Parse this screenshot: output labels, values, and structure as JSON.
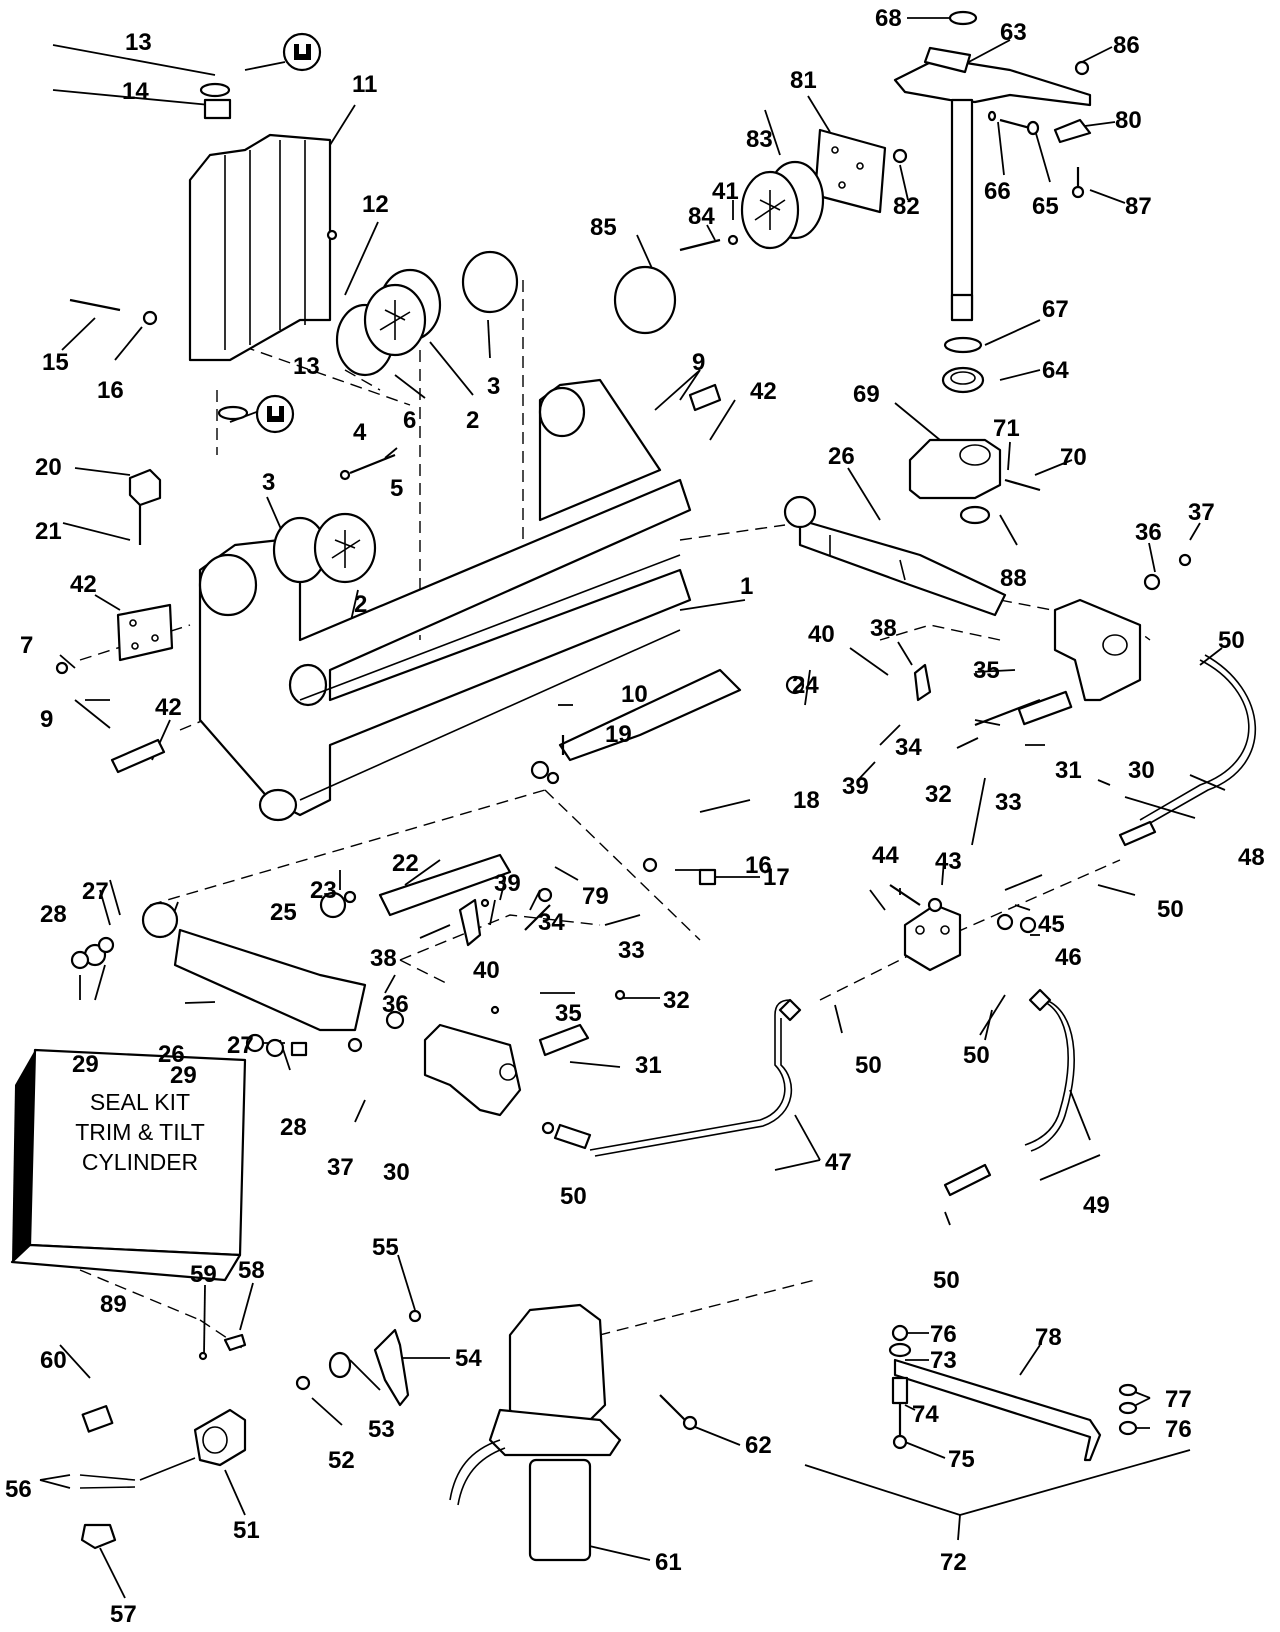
{
  "diagram": {
    "type": "exploded-parts-diagram",
    "subject": "Stern bracket, swivel bracket, steering arm, trim & tilt cylinders and hydraulic lines",
    "seal_kit": {
      "label_lines": [
        "SEAL KIT",
        "TRIM & TILT",
        "CYLINDER"
      ],
      "callout": "89"
    },
    "symbols": [
      {
        "name": "sealant-symbol",
        "near_callout": "13"
      },
      {
        "name": "sealant-symbol",
        "near_callout": "13"
      }
    ],
    "callouts": [
      {
        "id": "c68",
        "text": "68"
      },
      {
        "id": "c63",
        "text": "63"
      },
      {
        "id": "c86",
        "text": "86"
      },
      {
        "id": "c81",
        "text": "81"
      },
      {
        "id": "c80",
        "text": "80"
      },
      {
        "id": "c83",
        "text": "83"
      },
      {
        "id": "c41",
        "text": "41"
      },
      {
        "id": "c82",
        "text": "82"
      },
      {
        "id": "c66",
        "text": "66"
      },
      {
        "id": "c65",
        "text": "65"
      },
      {
        "id": "c87",
        "text": "87"
      },
      {
        "id": "c85",
        "text": "85"
      },
      {
        "id": "c84",
        "text": "84"
      },
      {
        "id": "c67",
        "text": "67"
      },
      {
        "id": "c64",
        "text": "64"
      },
      {
        "id": "c13a",
        "text": "13"
      },
      {
        "id": "c14",
        "text": "14"
      },
      {
        "id": "c11",
        "text": "11"
      },
      {
        "id": "c12",
        "text": "12"
      },
      {
        "id": "c15",
        "text": "15"
      },
      {
        "id": "c16a",
        "text": "16"
      },
      {
        "id": "c13b",
        "text": "13"
      },
      {
        "id": "c3a",
        "text": "3"
      },
      {
        "id": "c2a",
        "text": "2"
      },
      {
        "id": "c6",
        "text": "6"
      },
      {
        "id": "c9a",
        "text": "9"
      },
      {
        "id": "c42a",
        "text": "42"
      },
      {
        "id": "c69",
        "text": "69"
      },
      {
        "id": "c71",
        "text": "71"
      },
      {
        "id": "c70",
        "text": "70"
      },
      {
        "id": "c4",
        "text": "4"
      },
      {
        "id": "c5",
        "text": "5"
      },
      {
        "id": "c20",
        "text": "20"
      },
      {
        "id": "c21",
        "text": "21"
      },
      {
        "id": "c3b",
        "text": "3"
      },
      {
        "id": "c26a",
        "text": "26"
      },
      {
        "id": "c88",
        "text": "88"
      },
      {
        "id": "c36a",
        "text": "36"
      },
      {
        "id": "c37a",
        "text": "37"
      },
      {
        "id": "c1",
        "text": "1"
      },
      {
        "id": "c42b",
        "text": "42"
      },
      {
        "id": "c2b",
        "text": "2"
      },
      {
        "id": "c7",
        "text": "7"
      },
      {
        "id": "c38a",
        "text": "38"
      },
      {
        "id": "c40a",
        "text": "40"
      },
      {
        "id": "c35a",
        "text": "35"
      },
      {
        "id": "c50a",
        "text": "50"
      },
      {
        "id": "c24",
        "text": "24"
      },
      {
        "id": "c9b",
        "text": "9"
      },
      {
        "id": "c42c",
        "text": "42"
      },
      {
        "id": "c10",
        "text": "10"
      },
      {
        "id": "c19",
        "text": "19"
      },
      {
        "id": "c34a",
        "text": "34"
      },
      {
        "id": "c39a",
        "text": "39"
      },
      {
        "id": "c31a",
        "text": "31"
      },
      {
        "id": "c30a",
        "text": "30"
      },
      {
        "id": "c32a",
        "text": "32"
      },
      {
        "id": "c33a",
        "text": "33"
      },
      {
        "id": "c18",
        "text": "18"
      },
      {
        "id": "c48",
        "text": "48"
      },
      {
        "id": "c44",
        "text": "44"
      },
      {
        "id": "c43",
        "text": "43"
      },
      {
        "id": "c22",
        "text": "22"
      },
      {
        "id": "c16b",
        "text": "16"
      },
      {
        "id": "c17",
        "text": "17"
      },
      {
        "id": "c79",
        "text": "79"
      },
      {
        "id": "c50b",
        "text": "50"
      },
      {
        "id": "c27a",
        "text": "27"
      },
      {
        "id": "c28a",
        "text": "28"
      },
      {
        "id": "c23",
        "text": "23"
      },
      {
        "id": "c39b",
        "text": "39"
      },
      {
        "id": "c25",
        "text": "25"
      },
      {
        "id": "c34b",
        "text": "34"
      },
      {
        "id": "c45",
        "text": "45"
      },
      {
        "id": "c46",
        "text": "46"
      },
      {
        "id": "c38b",
        "text": "38"
      },
      {
        "id": "c40b",
        "text": "40"
      },
      {
        "id": "c33b",
        "text": "33"
      },
      {
        "id": "c29a",
        "text": "29"
      },
      {
        "id": "c26b",
        "text": "26"
      },
      {
        "id": "c36b",
        "text": "36"
      },
      {
        "id": "c35b",
        "text": "35"
      },
      {
        "id": "c32b",
        "text": "32"
      },
      {
        "id": "c50c",
        "text": "50"
      },
      {
        "id": "c50d",
        "text": "50"
      },
      {
        "id": "c27b",
        "text": "27"
      },
      {
        "id": "c29b",
        "text": "29"
      },
      {
        "id": "c31b",
        "text": "31"
      },
      {
        "id": "c28b",
        "text": "28"
      },
      {
        "id": "c37b",
        "text": "37"
      },
      {
        "id": "c30b",
        "text": "30"
      },
      {
        "id": "c47",
        "text": "47"
      },
      {
        "id": "c50e",
        "text": "50"
      },
      {
        "id": "c49",
        "text": "49"
      },
      {
        "id": "c50f",
        "text": "50"
      },
      {
        "id": "c89",
        "text": "89"
      },
      {
        "id": "c59",
        "text": "59"
      },
      {
        "id": "c58",
        "text": "58"
      },
      {
        "id": "c55",
        "text": "55"
      },
      {
        "id": "c54",
        "text": "54"
      },
      {
        "id": "c60",
        "text": "60"
      },
      {
        "id": "c53",
        "text": "53"
      },
      {
        "id": "c52",
        "text": "52"
      },
      {
        "id": "c56",
        "text": "56"
      },
      {
        "id": "c51",
        "text": "51"
      },
      {
        "id": "c57",
        "text": "57"
      },
      {
        "id": "c62",
        "text": "62"
      },
      {
        "id": "c61",
        "text": "61"
      },
      {
        "id": "c76a",
        "text": "76"
      },
      {
        "id": "c73",
        "text": "73"
      },
      {
        "id": "c78",
        "text": "78"
      },
      {
        "id": "c74",
        "text": "74"
      },
      {
        "id": "c75",
        "text": "75"
      },
      {
        "id": "c77",
        "text": "77"
      },
      {
        "id": "c76b",
        "text": "76"
      },
      {
        "id": "c72",
        "text": "72"
      }
    ]
  }
}
